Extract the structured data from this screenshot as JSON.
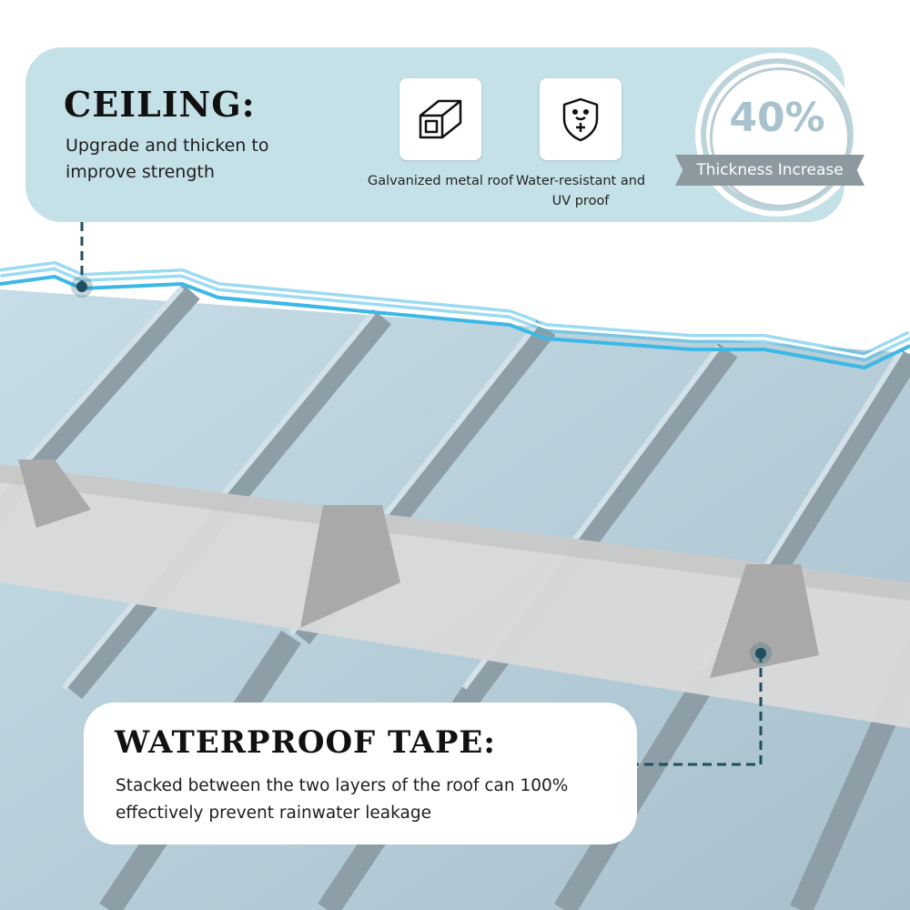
{
  "ceiling": {
    "title": "CEILING:",
    "description": "Upgrade and thicken to improve strength"
  },
  "features": [
    {
      "icon": "galvanized-beam-icon",
      "label": "Galvanized metal roof"
    },
    {
      "icon": "shield-uv-icon",
      "label": "Water-resistant and UV proof"
    }
  ],
  "badge": {
    "value": "40%",
    "label": "Thickness Increase"
  },
  "tape": {
    "title": "WATERPROOF TAPE:",
    "description": "Stacked between the two layers of the roof can 100% effectively prevent rainwater leakage"
  },
  "colors": {
    "panel_bg": "#c5e1e8",
    "roof_panel": "#b8cfda",
    "roof_ridge": "#8e9ea6",
    "tape_band": "#d9d9d9",
    "edge_highlight": "#3cb8e6",
    "leader_line": "#1f4e5f"
  }
}
